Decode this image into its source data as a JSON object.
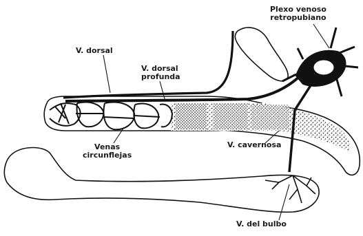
{
  "labels": {
    "plexo": [
      "Plexo venoso",
      "retropubiano"
    ],
    "dorsal": "V. dorsal",
    "dorsal_profunda": [
      "V. dorsal",
      "profunda"
    ],
    "circunflejas": [
      "Venas",
      "circunflejas"
    ],
    "cavernosa": "V. cavernosa",
    "bulbo": "V. del bulbo"
  },
  "colors": {
    "ink": "#111111",
    "background": "#ffffff"
  }
}
